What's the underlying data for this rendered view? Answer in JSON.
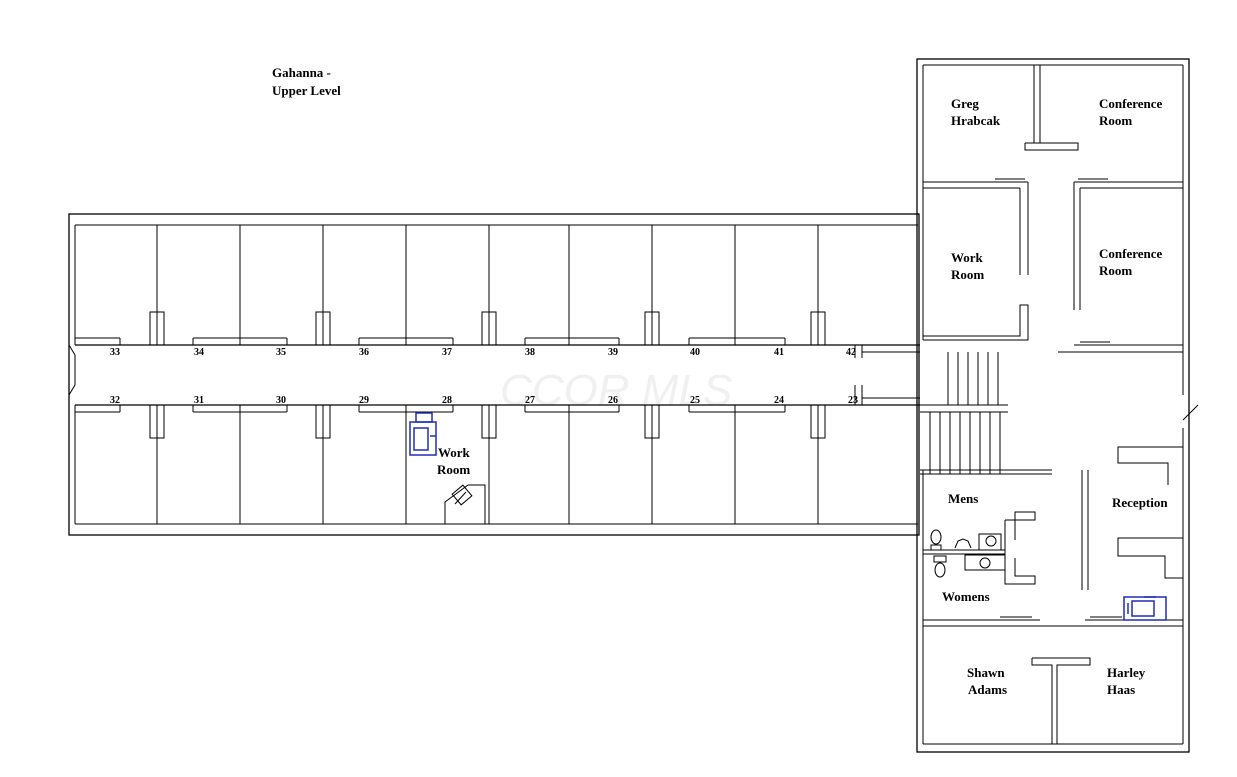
{
  "title_lines": [
    "Gahanna -",
    "Upper Level"
  ],
  "watermark": "CCOR MLS",
  "rooms": {
    "greg": [
      "Greg",
      "Hrabcak"
    ],
    "conf1": [
      "Conference",
      "Room"
    ],
    "work1": [
      "Work",
      "Room"
    ],
    "conf2": [
      "Conference",
      "Room"
    ],
    "work2": [
      "Work",
      "Room"
    ],
    "mens": "Mens",
    "womens": "Womens",
    "reception": "Reception",
    "shawn": [
      "Shawn",
      "Adams"
    ],
    "harley": [
      "Harley",
      "Haas"
    ]
  },
  "office_numbers": {
    "top": [
      "33",
      "34",
      "35",
      "36",
      "37",
      "38",
      "39",
      "40",
      "41",
      "42"
    ],
    "bottom": [
      "32",
      "31",
      "30",
      "29",
      "28",
      "27",
      "26",
      "25",
      "24",
      "23"
    ]
  },
  "colors": {
    "walls": "#000000",
    "furniture": "#1f2fb8",
    "background": "#ffffff"
  }
}
